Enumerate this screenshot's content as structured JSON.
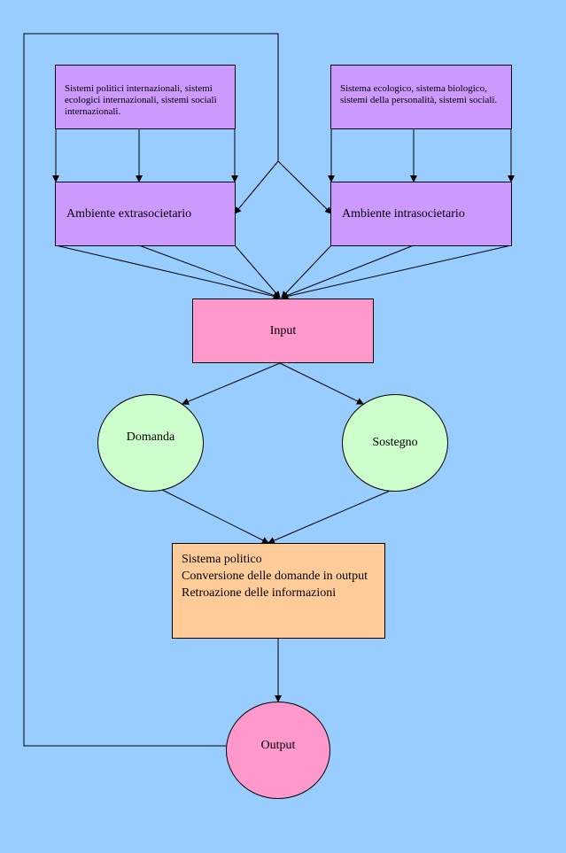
{
  "nodes": {
    "international_systems": "Sistemi politici internazionali, sistemi ecologici internazionali, sistemi sociali  internazionali.",
    "internal_systems": "Sistema ecologico, sistema biologico, sistemi della personalità, sistemi sociali.",
    "extrasocietal": "Ambiente extrasocietario",
    "intrasocietal": "Ambiente intrasocietario",
    "input": "Input",
    "demand": "Domanda",
    "support": "Sostegno",
    "political_system": {
      "line1": "Sistema politico",
      "line2": "Conversione delle domande in output",
      "line3": "Retroazione delle informazioni"
    },
    "output": "Output"
  },
  "colors": {
    "background": "#99ccff",
    "environment_boxes": "#cc99ff",
    "input_output": "#ff99cc",
    "demand_support": "#ccffcc",
    "political_system": "#ffcc99"
  }
}
